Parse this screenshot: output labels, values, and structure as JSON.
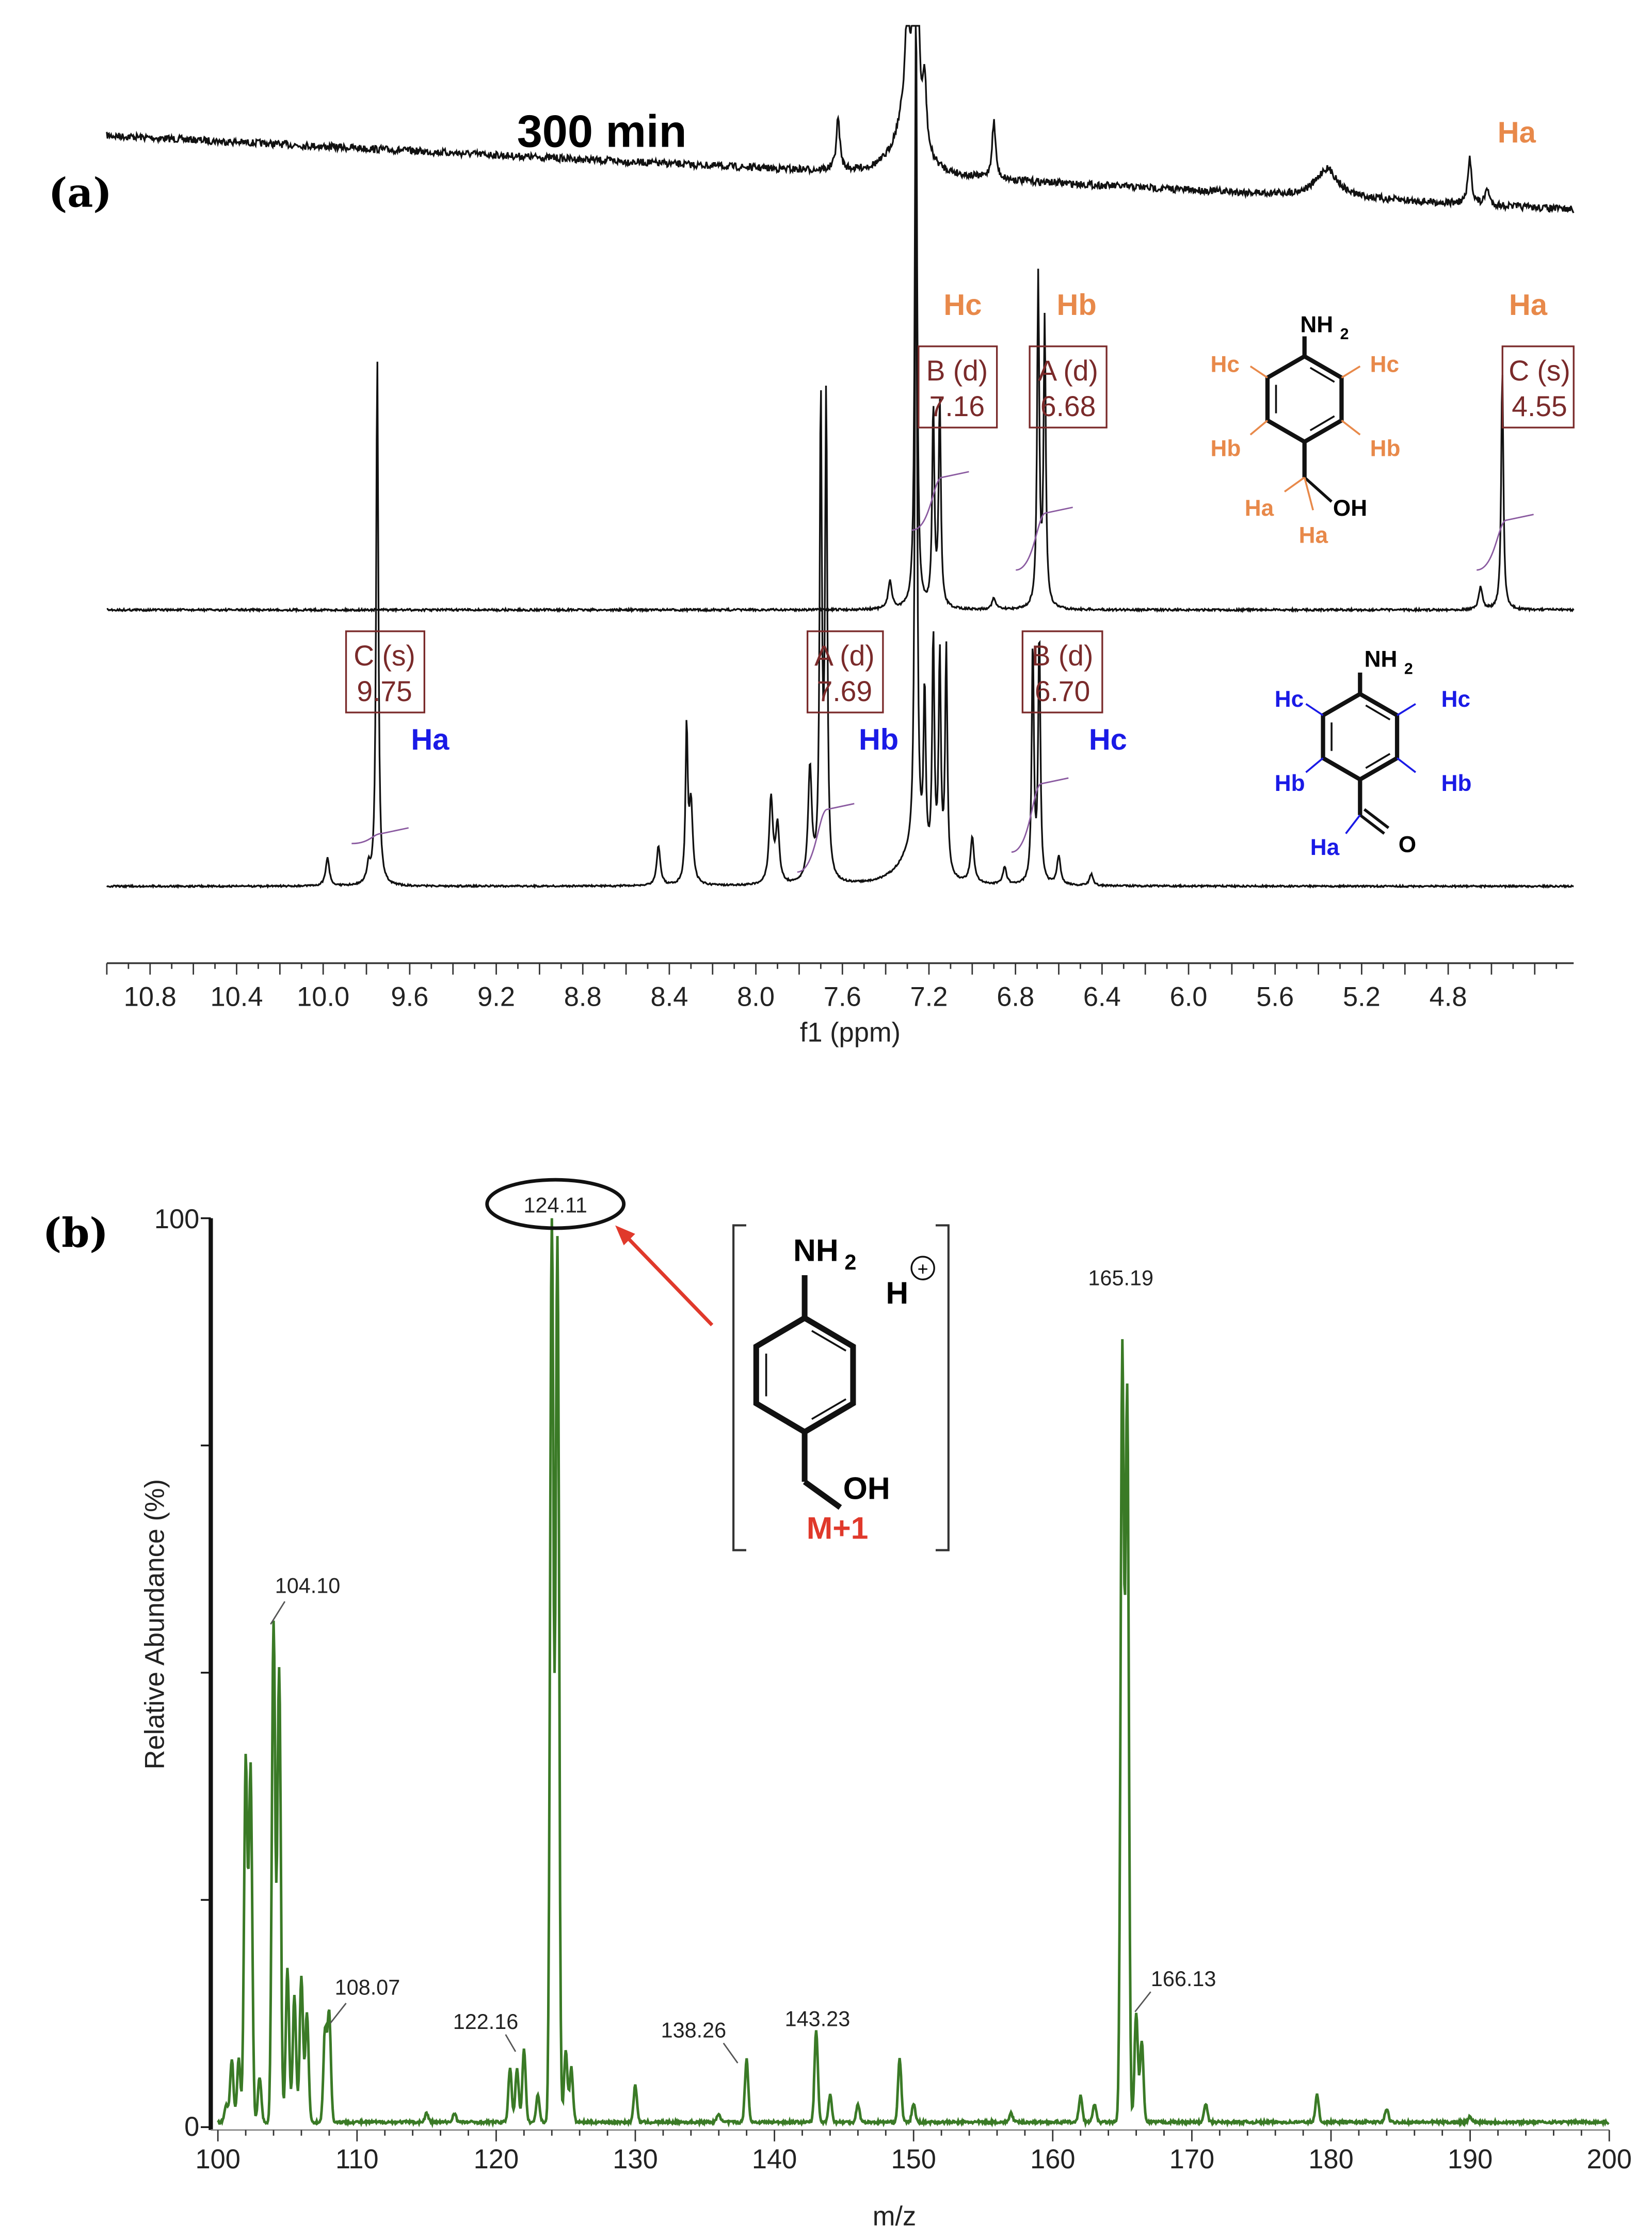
{
  "colors": {
    "orange": "#e8894a",
    "blue": "#1a1ae6",
    "box": "#7a2a2a",
    "ms_line": "#3a7a26",
    "arrow": "#e0392b",
    "integral": "#8a5aa0"
  },
  "chart_data": [
    {
      "type": "line",
      "panel_label": "(a)",
      "xlabel": "f1 (ppm)",
      "xlim": [
        11.0,
        4.22
      ],
      "x_reversed": true,
      "xticks": [
        "10.8",
        "10.4",
        "10.0",
        "9.6",
        "9.2",
        "8.8",
        "8.4",
        "8.0",
        "7.6",
        "7.2",
        "6.8",
        "6.4",
        "6.0",
        "5.6",
        "5.2",
        "4.8"
      ],
      "annotation": "300 min",
      "spectra": [
        {
          "id": "top",
          "peaks": [
            [
              7.26,
              1.4
            ],
            [
              7.3,
              0.18
            ],
            [
              7.22,
              0.12
            ],
            [
              7.62,
              0.09
            ],
            [
              6.9,
              0.1
            ],
            [
              5.36,
              0.05
            ],
            [
              4.7,
              0.08
            ],
            [
              4.62,
              0.03
            ]
          ]
        },
        {
          "id": "middle",
          "peaks": [
            [
              7.26,
              1.1
            ],
            [
              7.18,
              0.35
            ],
            [
              7.15,
              0.36
            ],
            [
              6.695,
              0.58
            ],
            [
              6.665,
              0.5
            ],
            [
              4.55,
              0.42
            ],
            [
              7.38,
              0.05
            ],
            [
              4.65,
              0.04
            ],
            [
              6.9,
              0.02
            ]
          ]
        },
        {
          "id": "bottom",
          "peaks": [
            [
              9.75,
              0.93
            ],
            [
              9.98,
              0.05
            ],
            [
              9.79,
              0.03
            ],
            [
              7.7,
              0.84
            ],
            [
              7.675,
              0.84
            ],
            [
              7.26,
              1.3
            ],
            [
              7.22,
              0.3
            ],
            [
              7.18,
              0.41
            ],
            [
              7.15,
              0.38
            ],
            [
              7.12,
              0.4
            ],
            [
              6.72,
              0.42
            ],
            [
              6.69,
              0.44
            ],
            [
              8.45,
              0.07
            ],
            [
              8.32,
              0.27
            ],
            [
              8.3,
              0.14
            ],
            [
              7.93,
              0.15
            ],
            [
              7.9,
              0.1
            ],
            [
              7.75,
              0.2
            ],
            [
              7.0,
              0.08
            ],
            [
              6.85,
              0.03
            ],
            [
              6.6,
              0.05
            ],
            [
              6.45,
              0.02
            ]
          ]
        }
      ],
      "middle_labels": {
        "hc": "Hc",
        "hb": "Hb",
        "ha": "Ha",
        "ha_top": "Ha",
        "boxes": [
          {
            "l1": "B (d)",
            "l2": "7.16"
          },
          {
            "l1": "A (d)",
            "l2": "6.68"
          },
          {
            "l1": "C (s)",
            "l2": "4.55"
          }
        ]
      },
      "bottom_labels": {
        "ha": "Ha",
        "hb": "Hb",
        "hc": "Hc",
        "boxes": [
          {
            "l1": "C (s)",
            "l2": "9.75"
          },
          {
            "l1": "A (d)",
            "l2": "7.69"
          },
          {
            "l1": "B (d)",
            "l2": "6.70"
          }
        ]
      },
      "structure_alcohol": {
        "nh2": "NH",
        "sub2": "2",
        "hc": "Hc",
        "hb": "Hb",
        "ha": "Ha",
        "oh": "OH"
      },
      "structure_aldehyde": {
        "nh2": "NH",
        "sub2": "2",
        "hc": "Hc",
        "hb": "Hb",
        "ha": "Ha",
        "o": "O"
      }
    },
    {
      "type": "line",
      "panel_label": "(b)",
      "xlabel": "m/z",
      "ylabel": "Relative Abundance (%)",
      "xlim": [
        100,
        200
      ],
      "ylim": [
        0,
        100
      ],
      "xticks": [
        "100",
        "110",
        "120",
        "130",
        "140",
        "150",
        "160",
        "170",
        "180",
        "190",
        "200"
      ],
      "yticks": [
        "0",
        "100"
      ],
      "peaks": [
        [
          100.6,
          2
        ],
        [
          101.0,
          7
        ],
        [
          101.5,
          7
        ],
        [
          102.0,
          40
        ],
        [
          102.35,
          39
        ],
        [
          103.0,
          5
        ],
        [
          104.0,
          55
        ],
        [
          104.4,
          50
        ],
        [
          105.0,
          17
        ],
        [
          105.5,
          14
        ],
        [
          106.0,
          16
        ],
        [
          106.4,
          12
        ],
        [
          107.7,
          10
        ],
        [
          108.0,
          12
        ],
        [
          115,
          1
        ],
        [
          117,
          1
        ],
        [
          121.0,
          6
        ],
        [
          121.5,
          6
        ],
        [
          122.0,
          8
        ],
        [
          123.0,
          3
        ],
        [
          124.0,
          100
        ],
        [
          124.4,
          97
        ],
        [
          125.0,
          8
        ],
        [
          125.4,
          6
        ],
        [
          130.0,
          4
        ],
        [
          136,
          1
        ],
        [
          138.0,
          7
        ],
        [
          143.0,
          10
        ],
        [
          144.0,
          3
        ],
        [
          146.0,
          2
        ],
        [
          149.0,
          7
        ],
        [
          150.0,
          2
        ],
        [
          157,
          1
        ],
        [
          162.0,
          3
        ],
        [
          163.0,
          2
        ],
        [
          165.0,
          85
        ],
        [
          165.35,
          80
        ],
        [
          166.0,
          12
        ],
        [
          166.4,
          9
        ],
        [
          171.0,
          2
        ],
        [
          179.0,
          3
        ],
        [
          184.0,
          1.5
        ],
        [
          190,
          0.6
        ]
      ],
      "peak_labels": [
        {
          "text": "124.11",
          "mz": 124.11,
          "circled": true
        },
        {
          "text": "104.10",
          "mz": 104.1
        },
        {
          "text": "108.07",
          "mz": 108.07
        },
        {
          "text": "122.16",
          "mz": 122.16
        },
        {
          "text": "138.26",
          "mz": 138.26
        },
        {
          "text": "143.23",
          "mz": 143.23
        },
        {
          "text": "165.19",
          "mz": 165.19
        },
        {
          "text": "166.13",
          "mz": 166.13
        }
      ],
      "structure": {
        "nh2": "NH",
        "sub2": "2",
        "h": "H",
        "charge": "+",
        "oh": "OH",
        "caption": "M+1"
      }
    }
  ]
}
